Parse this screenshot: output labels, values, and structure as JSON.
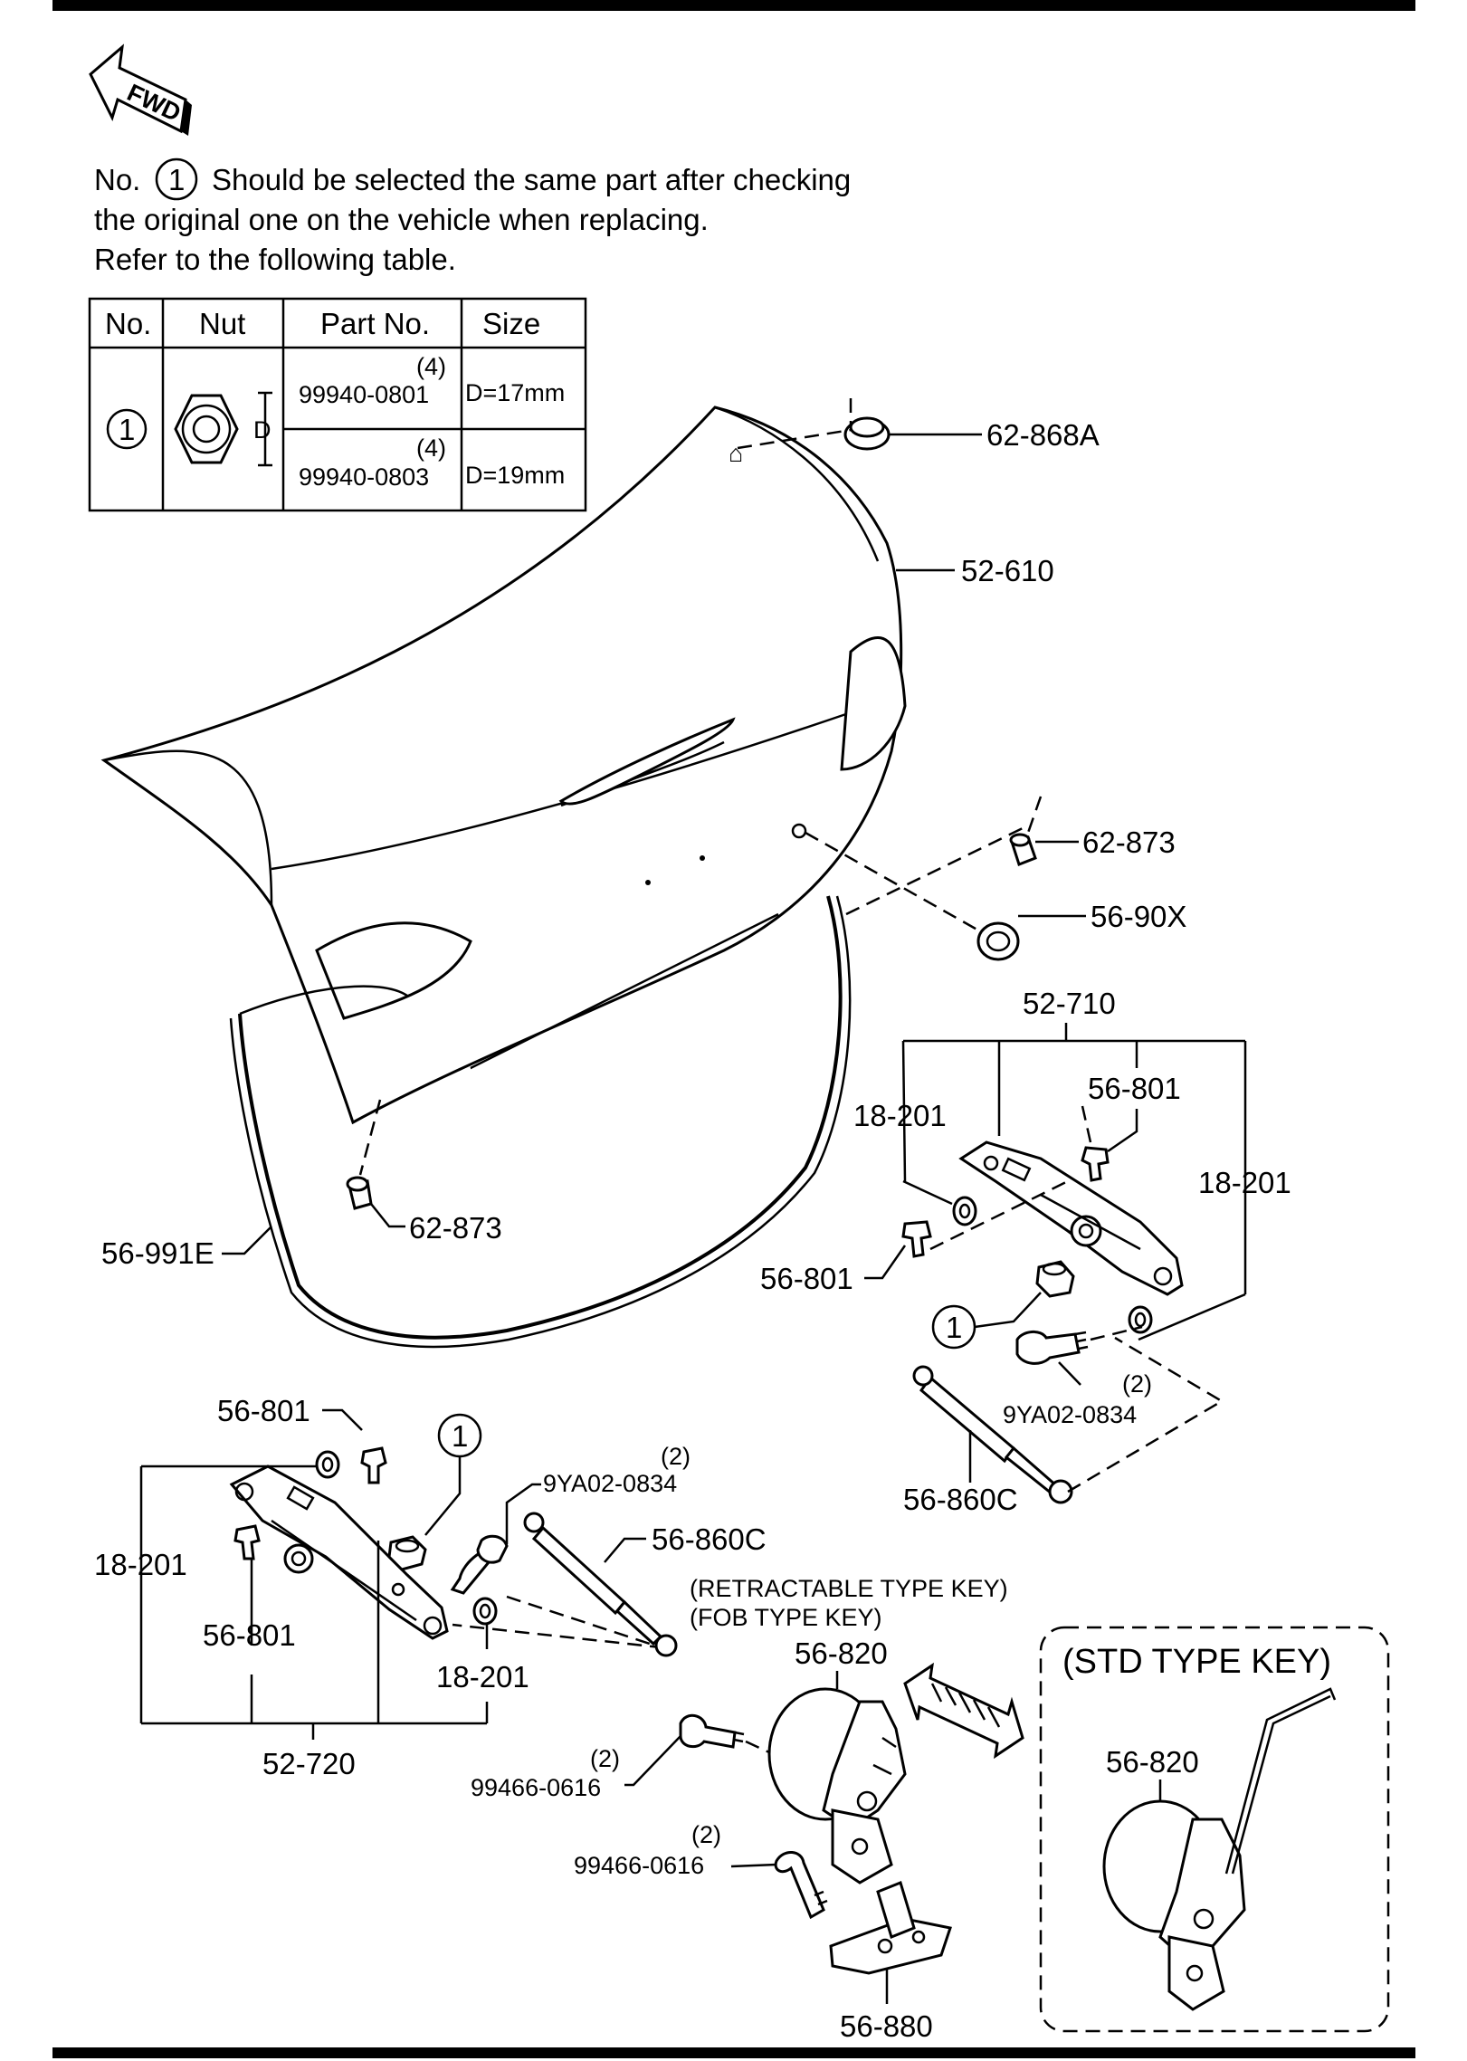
{
  "fwd_label": "FWD",
  "note": {
    "line1_prefix": "No.",
    "circle_ref": "1",
    "line1_rest": "Should be selected the same part after checking",
    "line2": "the original one on the vehicle when replacing.",
    "line3": "Refer to the following table."
  },
  "table": {
    "headers": [
      "No.",
      "Nut",
      "Part No.",
      "Size"
    ],
    "row_no": "1",
    "dim_label": "D",
    "rows": [
      {
        "qty": "(4)",
        "part_no": "99940-0801",
        "size": "D=17mm"
      },
      {
        "qty": "(4)",
        "part_no": "99940-0803",
        "size": "D=19mm"
      }
    ]
  },
  "callouts": {
    "c_62_868A": "62-868A",
    "c_52_610": "52-610",
    "c_62_873_top": "62-873",
    "c_56_90X": "56-90X",
    "c_52_710": "52-710",
    "c_56_801_r_top": "56-801",
    "c_18_201_r_left": "18-201",
    "c_18_201_r_right": "18-201",
    "c_62_873_low": "62-873",
    "c_56_991E": "56-991E",
    "c_56_801_r_mid": "56-801",
    "c_ref1_r": "1",
    "c_9YA02_r_qty": "(2)",
    "c_9YA02_r": "9YA02-0834",
    "c_56_860C_r": "56-860C",
    "c_56_801_l_top": "56-801",
    "c_ref1_l": "1",
    "c_9YA02_l_qty": "(2)",
    "c_9YA02_l": "9YA02-0834",
    "c_56_860C_l": "56-860C",
    "c_18_201_l_left": "18-201",
    "c_56_801_l_low": "56-801",
    "c_18_201_l_low": "18-201",
    "c_52_720": "52-720",
    "c_retract": "(RETRACTABLE TYPE KEY)",
    "c_fob": "(FOB TYPE KEY)",
    "c_56_820": "56-820",
    "c_99466_1_qty": "(2)",
    "c_99466_1": "99466-0616",
    "c_99466_2_qty": "(2)",
    "c_99466_2": "99466-0616",
    "c_56_880": "56-880",
    "c_std": "(STD TYPE KEY)",
    "c_56_820_std": "56-820"
  },
  "icons": [
    "fwd-arrow-icon",
    "nut-icon"
  ]
}
